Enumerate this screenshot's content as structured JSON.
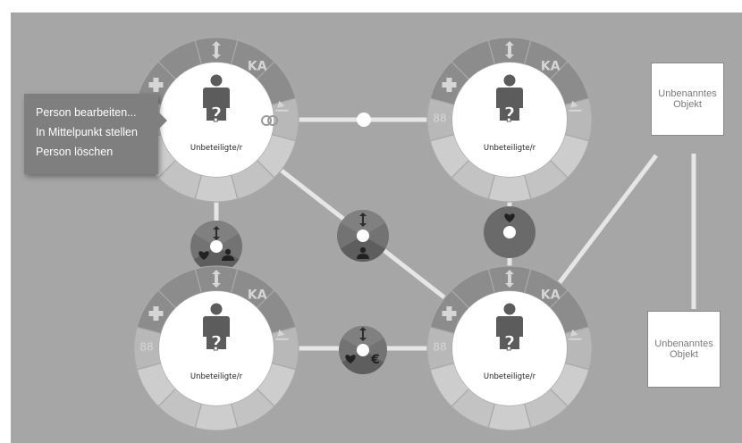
{
  "persons": [
    {
      "label": "Unbeteiligte/r",
      "ka": "KA",
      "num": "",
      "badge": "ring"
    },
    {
      "label": "Unbeteiligte/r",
      "ka": "KA",
      "num": "88",
      "badge": ""
    },
    {
      "label": "Unbeteiligte/r",
      "ka": "KA",
      "num": "88",
      "badge": ""
    },
    {
      "label": "Unbeteiligte/r",
      "ka": "KA",
      "num": "88",
      "badge": ""
    }
  ],
  "objects": [
    {
      "label": "Unbenanntes Objekt"
    },
    {
      "label": "Unbenanntes Objekt"
    }
  ],
  "context_menu": {
    "items": [
      "Person bearbeiten...",
      "In Mittelpunkt stellen",
      "Person löschen"
    ]
  },
  "relation_icons": {
    "left": [
      "arrows-updown-icon",
      "heart-icon",
      "person-icon"
    ],
    "center": [
      "arrows-updown-icon",
      "person-icon"
    ],
    "right": [
      "heart-icon"
    ],
    "bottom": [
      "arrows-updown-icon",
      "heart-icon",
      "euro-icon"
    ]
  },
  "colors": {
    "background": "#a6a6a6",
    "ring_dark": "#8c8c8c",
    "ring_mid": "#b8b8b8",
    "ring_light": "#cdcdcd",
    "node_dark": "#6e6e6e",
    "menu_bg": "#7f7f7f"
  }
}
